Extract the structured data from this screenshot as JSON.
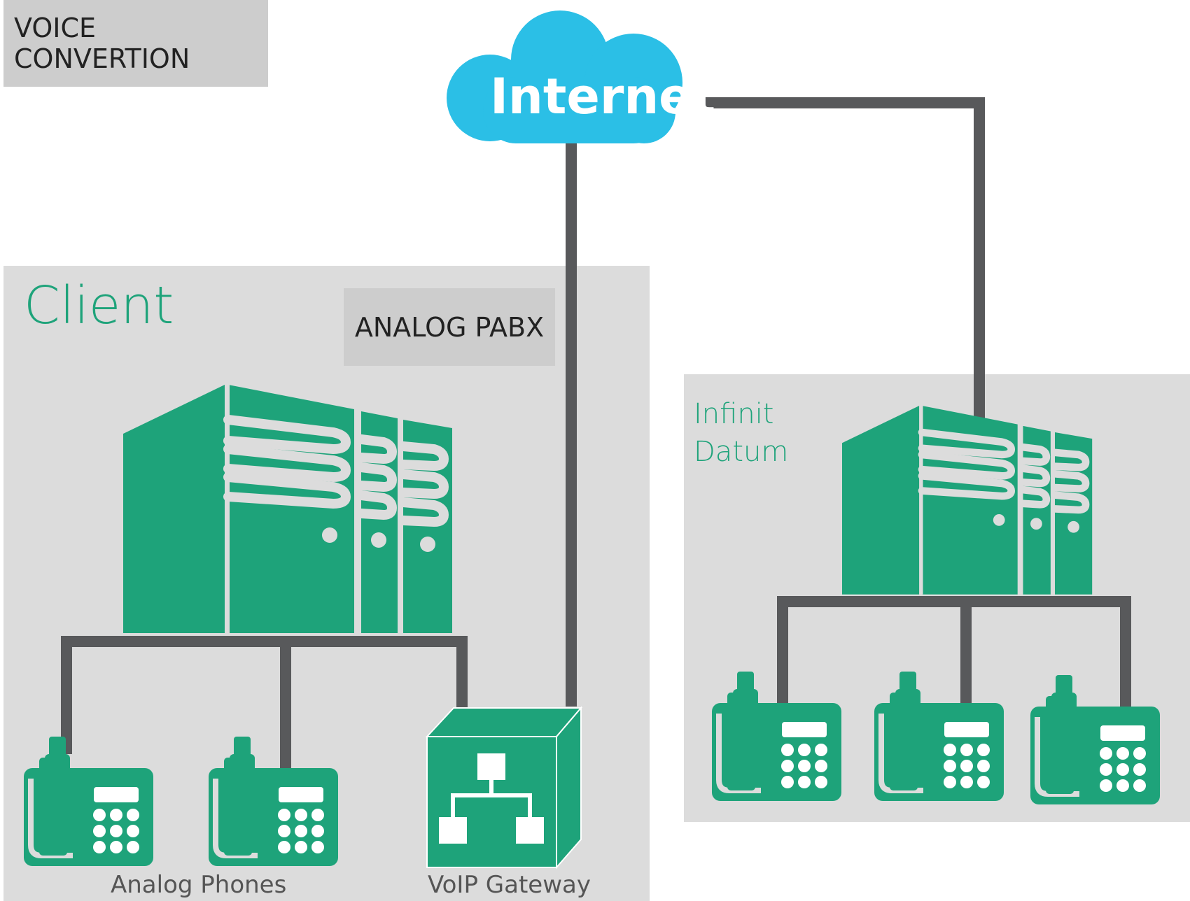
{
  "title_box": "VOICE CONVERTION",
  "cloud_label": "Internet",
  "client": {
    "title": "Client",
    "pabx_label": "ANALOG PABX",
    "phones_label": "Analog Phones",
    "gateway_label": "VoIP Gateway"
  },
  "provider": {
    "line1": "Infinit",
    "line2": "Datum"
  },
  "colors": {
    "green": "#1ea37a",
    "cable": "#58595b",
    "cloud": "#2bbfe6",
    "panel": "#dcdcdc"
  }
}
